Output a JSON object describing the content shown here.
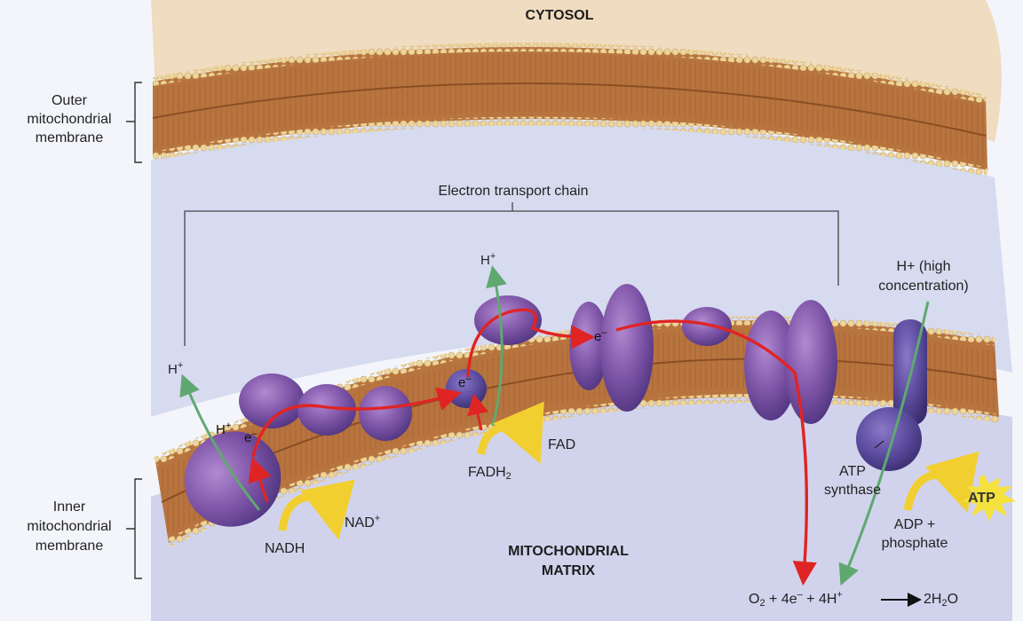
{
  "colors": {
    "cytosol": "#f0dcc0",
    "intermembrane": "#d7dbf0",
    "matrix": "#d1d3ec",
    "membrane_core": "#b8743f",
    "lipid_head": "#eed59a",
    "protein": "#7f55a8",
    "protein_dark": "#5a3d8c",
    "electron_arrow": "#e02424",
    "proton_arrow": "#5fa870",
    "nadh_arrow": "#f2cf30",
    "atp_burst": "#f5e13e"
  },
  "labels": {
    "cytosol": "CYTOSOL",
    "outer_membrane": [
      "Outer",
      "mitochondrial",
      "membrane"
    ],
    "inner_membrane": [
      "Inner",
      "mitochondrial",
      "membrane"
    ],
    "etc": "Electron transport chain",
    "matrix": [
      "MITOCHONDRIAL",
      "MATRIX"
    ],
    "proton_1": "H",
    "proton_2": "H",
    "proton_3": "H",
    "proton_high": [
      "H",
      "+ (high",
      "concentration)"
    ],
    "plus": "+",
    "electron": "e",
    "electron_sup": "–",
    "nadh": "NADH",
    "nad_plus": "NAD",
    "fad": "FAD",
    "fadh2": "FADH",
    "fadh2_sub": "2",
    "atp_synthase": [
      "ATP",
      "synthase"
    ],
    "atp": "ATP",
    "adp": [
      "ADP +",
      "phosphate"
    ],
    "equation": {
      "o": "O",
      "o_sub": "2",
      "rest": " + 4e",
      "minus": "–",
      "tail": " + 4H",
      "product": "2H",
      "h_sub": "2",
      "product_o": "O"
    }
  }
}
